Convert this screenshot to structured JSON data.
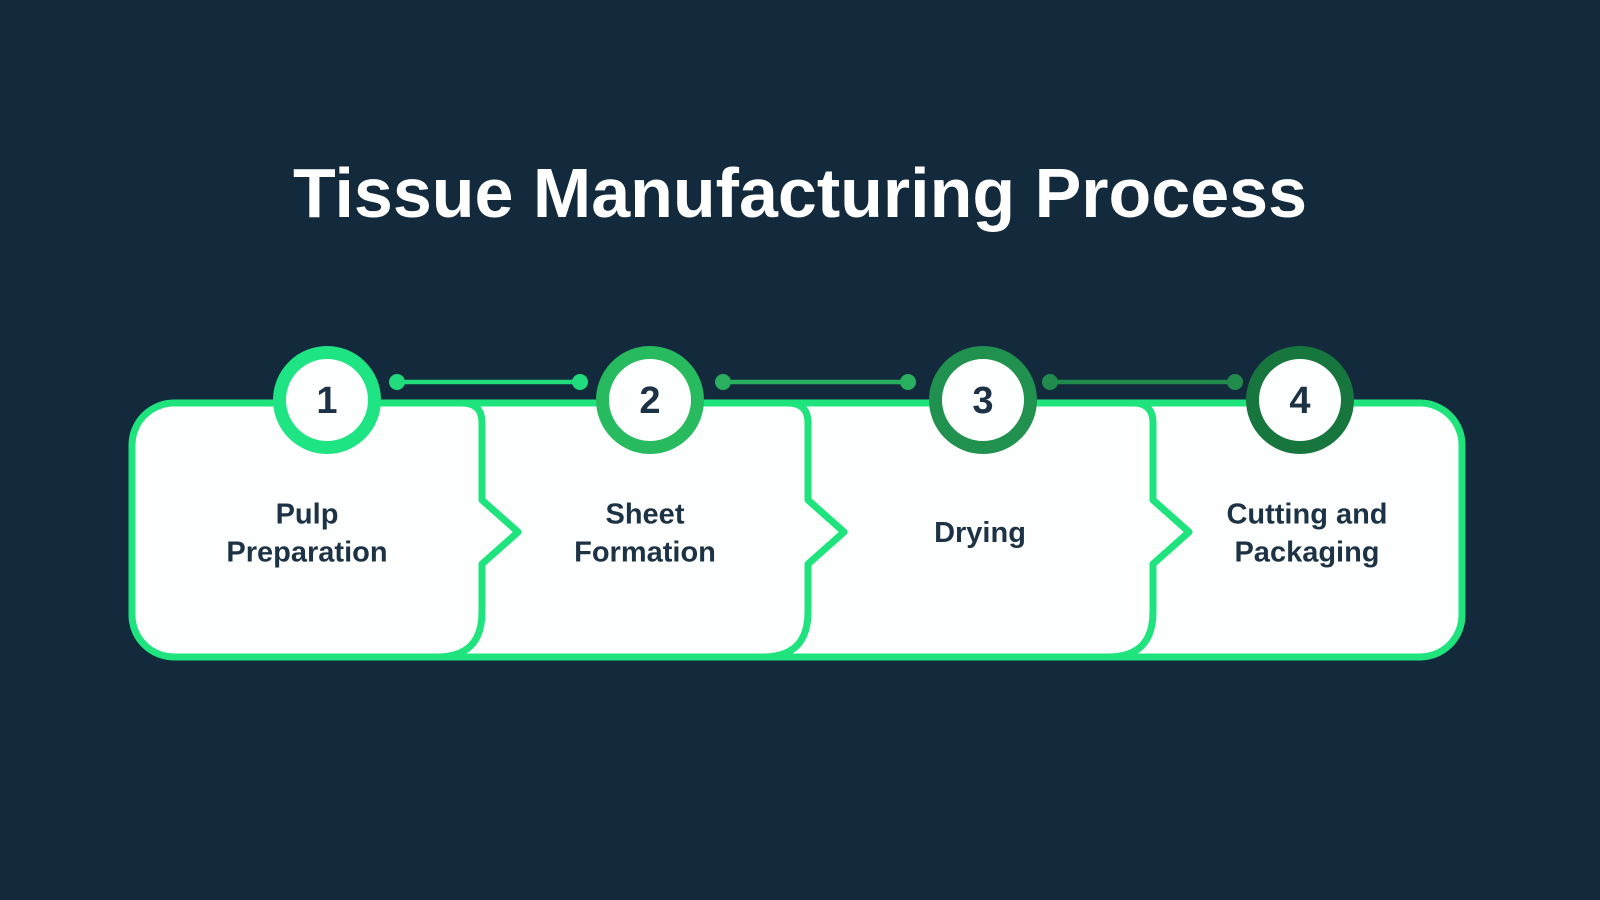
{
  "title": "Tissue Manufacturing Process",
  "colors": {
    "background": "#122A3C",
    "box_fill": "#FDFEFE",
    "box_border": "#1FE47E",
    "text_dark": "#1D3345",
    "title": "#FFFFFF"
  },
  "steps": [
    {
      "number": "1",
      "label": "Pulp Preparation",
      "ring_color": "#1FE483"
    },
    {
      "number": "2",
      "label": "Sheet Formation",
      "ring_color": "#27BA5F"
    },
    {
      "number": "3",
      "label": "Drying",
      "ring_color": "#20914E"
    },
    {
      "number": "4",
      "label": "Cutting and Packaging",
      "ring_color": "#17753E"
    }
  ],
  "connectors": [
    {
      "color": "#20DC7D"
    },
    {
      "color": "#29AF60"
    },
    {
      "color": "#208B4D"
    }
  ]
}
